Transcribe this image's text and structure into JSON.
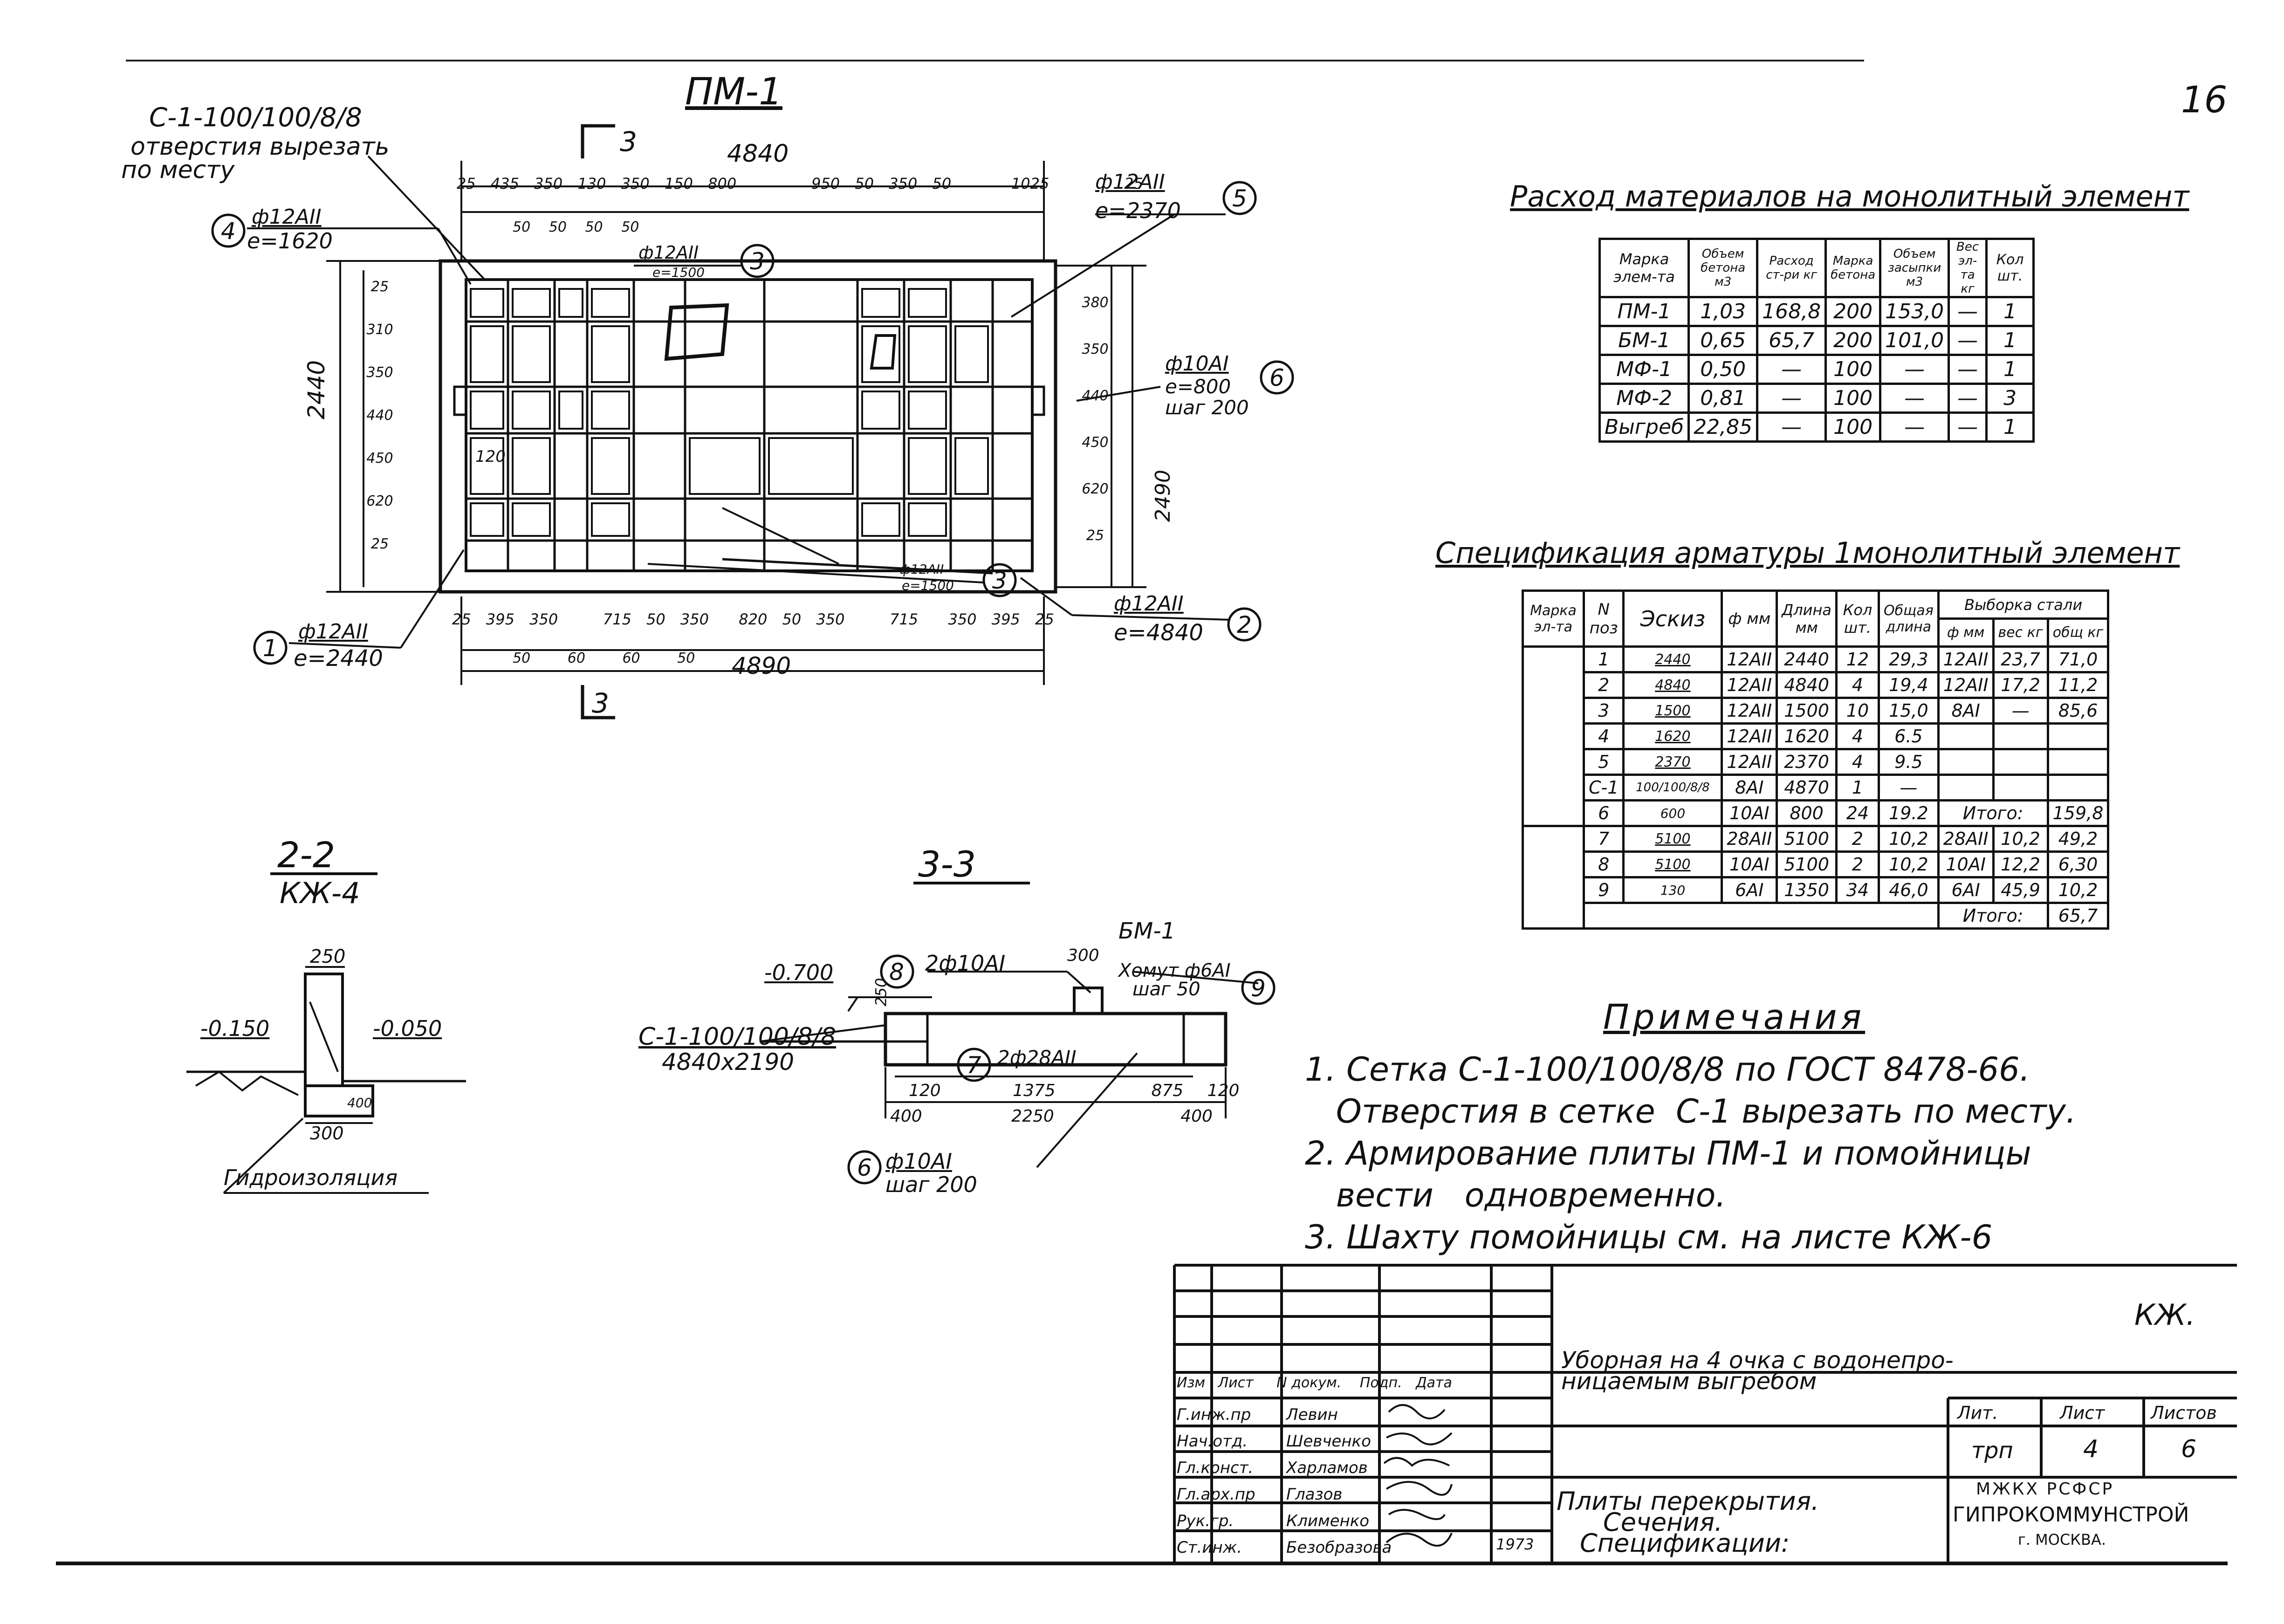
{
  "sheet_number": "16",
  "plan": {
    "title": "ПМ-1",
    "section_mark": "3",
    "mesh_label": "С-1-100/100/8/8",
    "mesh_note_1": "отверстия вырезать",
    "mesh_note_2": "по    месту",
    "overall_top": "4840",
    "overall_bottom": "4890",
    "overall_left": "2440",
    "overall_right": "2490",
    "top_dims": [
      "25",
      "435",
      "350",
      "130",
      "350",
      "150",
      "800",
      "950",
      "50",
      "350",
      "50",
      "1025",
      "25"
    ],
    "top_sub_dims": [
      "50",
      "50",
      "50",
      "50"
    ],
    "bottom_dims": [
      "25",
      "395",
      "350",
      "715",
      "50",
      "350",
      "820",
      "50",
      "350",
      "715",
      "350",
      "395",
      "25"
    ],
    "bottom_sub_dims": [
      "50",
      "60",
      "60",
      "50"
    ],
    "left_dims": [
      "25",
      "310",
      "350",
      "440",
      "450",
      "620",
      "25"
    ],
    "right_dims": [
      "380",
      "350",
      "440",
      "450",
      "620",
      "25"
    ],
    "callouts": [
      {
        "num": "1",
        "bar": "ф12АII",
        "len": "е=2440"
      },
      {
        "num": "2",
        "bar": "ф12АII",
        "len": "е=4840"
      },
      {
        "num": "3",
        "bar": "ф12АII",
        "len": "е=1500"
      },
      {
        "num": "4",
        "bar": "ф12АII",
        "len": "е=1620"
      },
      {
        "num": "5",
        "bar": "ф12АII",
        "len": "е=2370"
      },
      {
        "num": "6",
        "bar": "ф10АI",
        "len": "е=800",
        "step": "шаг 200"
      }
    ],
    "inner_120": "120"
  },
  "section_2_2": {
    "title": "2-2",
    "ref": "КЖ-4",
    "dim_top": "250",
    "dim_bottom": "300",
    "dim_side": "400",
    "lvl_left": "-0.150",
    "lvl_right": "-0.050",
    "label": "Гидроизоляция"
  },
  "section_3_3": {
    "title": "3-3",
    "level": "-0.700",
    "mesh": "С-1-100/100/8/8",
    "mesh_size": "4840х2190",
    "bm": "БМ-1",
    "bar8": "2ф10АI",
    "bar7": "2ф28АII",
    "bar9": "Хомут ф6АI",
    "bar9_step": "шаг 50",
    "bar6": "ф10АI",
    "bar6_step": "шаг 200",
    "dims_mid": [
      "120",
      "1375",
      "875",
      "120"
    ],
    "dims_bottom": [
      "400",
      "2250",
      "400"
    ],
    "dim_300": "300",
    "dim_250": "250",
    "n6": "6",
    "n7": "7",
    "n8": "8",
    "n9": "9"
  },
  "materials": {
    "title": "Расход материалов на монолитный элемент",
    "headers": [
      "Марка элем-та",
      "Объем бетона м3",
      "Расход ст-ри кг",
      "Марка бетона",
      "Объем засыпки м3",
      "Вес эл-та кг",
      "Кол шт."
    ],
    "rows": [
      [
        "ПМ-1",
        "1,03",
        "168,8",
        "200",
        "153,0",
        "—",
        "1"
      ],
      [
        "БМ-1",
        "0,65",
        "65,7",
        "200",
        "101,0",
        "—",
        "1"
      ],
      [
        "МФ-1",
        "0,50",
        "—",
        "100",
        "—",
        "—",
        "1"
      ],
      [
        "МФ-2",
        "0,81",
        "—",
        "100",
        "—",
        "—",
        "3"
      ],
      [
        "Выгреб",
        "22,85",
        "—",
        "100",
        "—",
        "—",
        "1"
      ]
    ]
  },
  "rebar": {
    "title": "Спецификация арматуры   1монолитный элемент",
    "headers": [
      "Марка эл-та",
      "N поз",
      "Эскиз",
      "ф мм",
      "Длина мм",
      "Кол шт.",
      "Общая длина",
      "Выборка стали"
    ],
    "sub_headers": [
      "ф мм",
      "вес кг",
      "общ кг"
    ],
    "rows": [
      [
        "",
        "1",
        "2440",
        "12АII",
        "2440",
        "12",
        "29,3",
        "12АII",
        "23,7",
        "71,0"
      ],
      [
        "",
        "2",
        "4840",
        "12АII",
        "4840",
        "4",
        "19,4",
        "12АII",
        "17,2",
        "11,2"
      ],
      [
        "",
        "3",
        "1500",
        "12АII",
        "1500",
        "10",
        "15,0",
        "8АI",
        "—",
        "85,6"
      ],
      [
        "",
        "4",
        "1620",
        "12АII",
        "1620",
        "4",
        "6.5",
        "",
        "",
        ""
      ],
      [
        "",
        "5",
        "2370",
        "12АII",
        "2370",
        "4",
        "9.5",
        "",
        "",
        ""
      ],
      [
        "",
        "С-1",
        "100/100/8/8",
        "8АI",
        "4870",
        "1",
        "—",
        "",
        "",
        ""
      ],
      [
        "",
        "6",
        "600",
        "10АI",
        "800",
        "24",
        "19.2",
        "Итого:",
        "",
        "159,8"
      ],
      [
        "",
        "7",
        "5100",
        "28АII",
        "5100",
        "2",
        "10,2",
        "28АII",
        "10,2",
        "49,2"
      ],
      [
        "",
        "8",
        "5100",
        "10АI",
        "5100",
        "2",
        "10,2",
        "10АI",
        "12,2",
        "6,30"
      ],
      [
        "",
        "9",
        "130",
        "6АI",
        "1350",
        "34",
        "46,0",
        "6АI",
        "45,9",
        "10,2"
      ],
      [
        "",
        "",
        "",
        "",
        "",
        "",
        "",
        "Итого:",
        "",
        "65,7"
      ]
    ]
  },
  "notes": {
    "title": "Примечания",
    "items": [
      "1. Сетка С-1-100/100/8/8  по ГОСТ 8478-66.",
      "   Отверстия в сетке  С-1 вырезать по месту.",
      "2. Армирование  плиты ПМ-1 и помойницы",
      "   вести   одновременно.",
      "3. Шахту помойницы см. на листе КЖ-6"
    ]
  },
  "title_block": {
    "code": "КЖ.",
    "project": "Уборная на 4 очка с водонепро-",
    "project2": "ницаемым выгребом",
    "sheet_title_1": "Плиты перекрытия.",
    "sheet_title_2": "Сечения.",
    "sheet_title_3": "Спецификации:",
    "lit_h": "Лит.",
    "list_h": "Лист",
    "listov_h": "Листов",
    "lit": "трп",
    "list": "4",
    "listov": "6",
    "org1": "МЖКХ  РСФСР",
    "org2": "ГИПРОКОММУНСТРОЙ",
    "org3": "г. МОСКВА.",
    "col_headers": [
      "Изм",
      "Лист",
      "N докум.",
      "Подп.",
      "Дата"
    ],
    "people": [
      [
        "Г.инж.пр",
        "Левин"
      ],
      [
        "Нач.отд.",
        "Шевченко"
      ],
      [
        "Гл.конст.",
        "Харламов"
      ],
      [
        "Гл.арх.пр",
        "Глазов"
      ],
      [
        "Рук.гр.",
        "Клименко"
      ],
      [
        "Ст.инж.",
        "Безобразова"
      ]
    ],
    "date": "1973"
  }
}
